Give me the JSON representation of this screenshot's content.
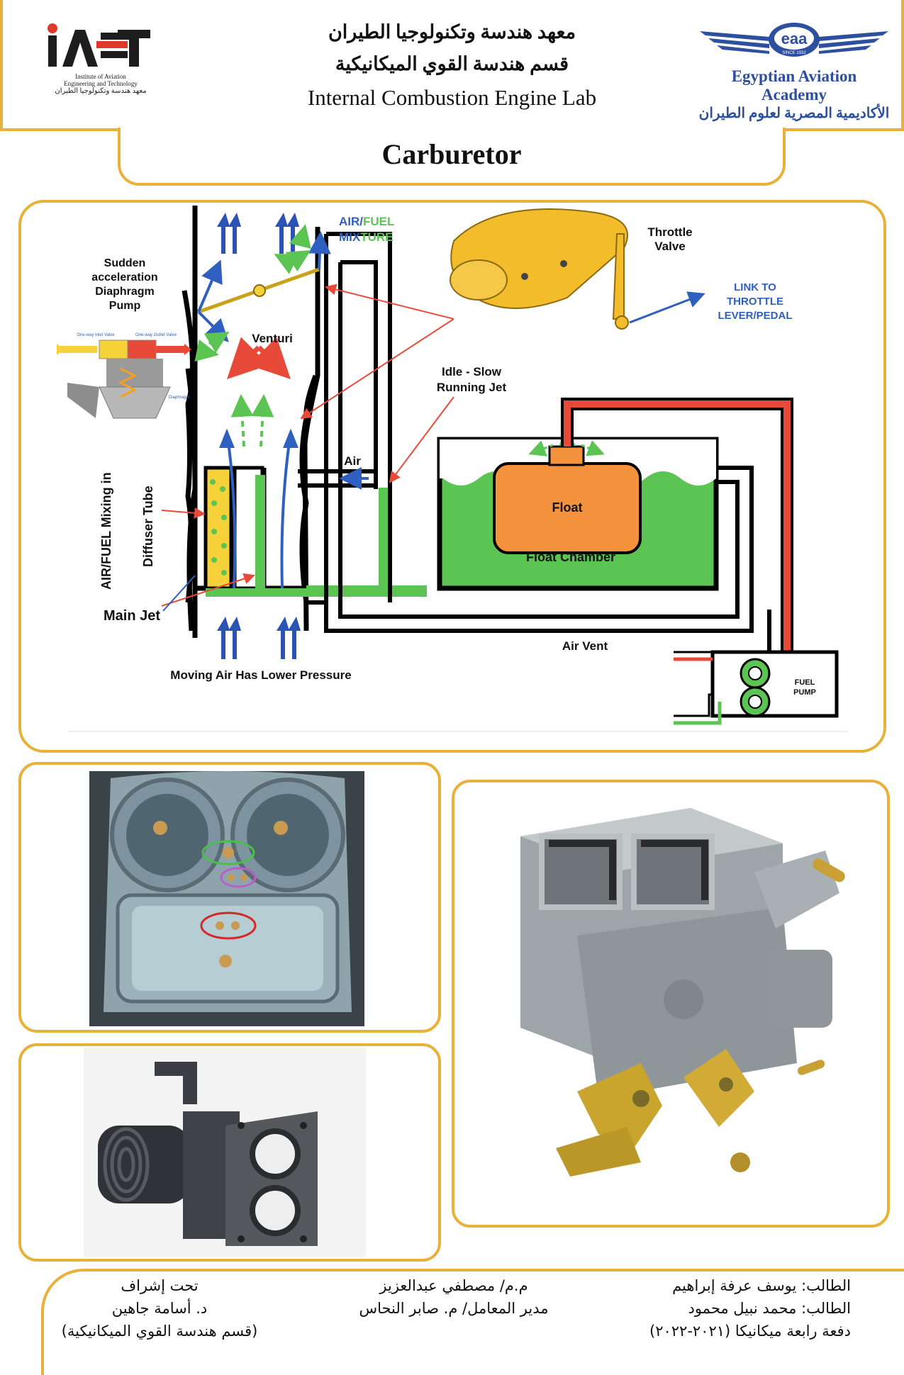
{
  "header": {
    "institute_ar": "معهد هندسة وتكنولوجيا الطيران",
    "department_ar": "قسم هندسة القوي الميكانيكية",
    "lab_en": "Internal Combustion Engine Lab",
    "left_logo": {
      "mark": "IAET",
      "line1": "Institute of Aviation",
      "line2": "Engineering and Technology",
      "line3_ar": "معهد هندسة وتكنولوجيا الطيران"
    },
    "right_logo": {
      "badge": "eaa",
      "since": "SINCE 1932",
      "name_en": "Egyptian Aviation Academy",
      "name_ar": "الأكاديمية المصرية لعلوم الطيران"
    }
  },
  "title": "Carburetor",
  "diagram": {
    "labels": {
      "air_fuel": "AIR/",
      "air_fuel_fuel": "FUEL",
      "mixture_mix": "MIX",
      "mixture_ture": "TURE",
      "throttle_valve_1": "Throttle",
      "throttle_valve_2": "Valve",
      "link_1": "LINK TO",
      "link_2": "THROTTLE",
      "link_3": "LEVER/PEDAL",
      "sudden_1": "Sudden",
      "sudden_2": "acceleration",
      "sudden_3": "Diaphragm",
      "sudden_4": "Pump",
      "venturi": "Venturi",
      "idle_1": "Idle - Slow",
      "idle_2": "Running Jet",
      "air": "Air",
      "float": "Float",
      "float_chamber": "Float Chamber",
      "mixing_1": "AIR/FUEL Mixing in",
      "mixing_2": "Diffuser Tube",
      "main_jet": "Main Jet",
      "air_vent": "Air Vent",
      "moving_air": "Moving Air Has Lower Pressure",
      "fuel_pump_1": "FUEL",
      "fuel_pump_2": "PUMP",
      "one_way_inlet": "One-way Inlet Valve",
      "one_way_outlet": "One-way Outlet Valve",
      "diaphragm": "Diaphragm"
    },
    "colors": {
      "fuel_green": "#5cc452",
      "air_blue": "#2f5fbf",
      "pointer_red": "#e84a3a",
      "float_orange": "#f5923e",
      "throttle_yellow": "#f2bc2a"
    }
  },
  "footer": {
    "supervision_title": "تحت إشراف",
    "supervisor": "د. أسامة جاهين",
    "supervisor_dept": "(قسم هندسة القوي الميكانيكية)",
    "assistant": "م.م/ مصطفي عبدالعزيز",
    "lab_manager": "مدير المعامل/ م. صابر النحاس",
    "student_1": "الطالب: يوسف عرفة إبراهيم",
    "student_2": "الطالب: محمد نبيل محمود",
    "batch": "دفعة رابعة ميكانيكا (٢٠٢١-٢٠٢٢)"
  }
}
